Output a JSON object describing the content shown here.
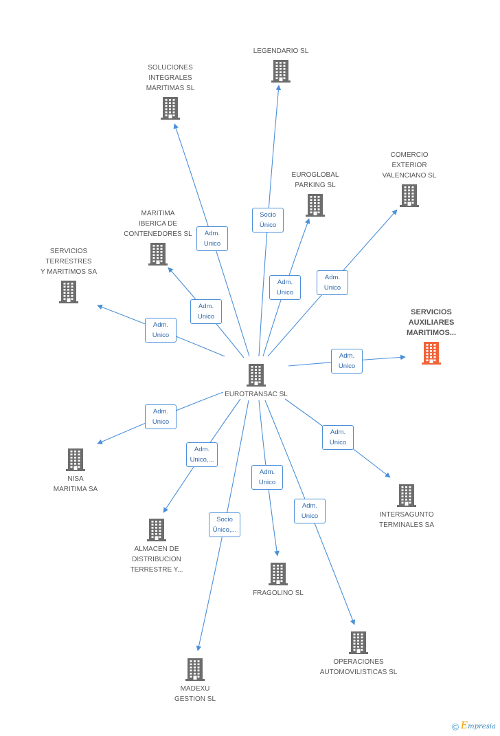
{
  "center": {
    "id": "center",
    "label": "EUROTRANSAC SL",
    "color": "#6d6d6d"
  },
  "nodes": [
    {
      "id": "legendario",
      "label": "LEGENDARIO SL",
      "color": "#6d6d6d"
    },
    {
      "id": "soluciones",
      "label": "SOLUCIONES\nINTEGRALES\nMARITIMAS SL",
      "color": "#6d6d6d"
    },
    {
      "id": "euroglobal",
      "label": "EUROGLOBAL\nPARKING SL",
      "color": "#6d6d6d"
    },
    {
      "id": "comercio",
      "label": "COMERCIO\nEXTERIOR\nVALENCIANO SL",
      "color": "#6d6d6d"
    },
    {
      "id": "maritima_iberica",
      "label": "MARITIMA\nIBERICA DE\nCONTENEDORES SL",
      "color": "#6d6d6d"
    },
    {
      "id": "servicios_terrestres",
      "label": "SERVICIOS\nTERRESTRES\nY MARITIMOS SA",
      "color": "#6d6d6d"
    },
    {
      "id": "servicios_auxiliares",
      "label": "SERVICIOS\nAUXILIARES\nMARITIMOS...",
      "color": "#f0643a",
      "highlight": true
    },
    {
      "id": "nisa",
      "label": "NISA\nMARITIMA SA",
      "color": "#6d6d6d"
    },
    {
      "id": "intersagunto",
      "label": "INTERSAGUNTO\nTERMINALES SA",
      "color": "#6d6d6d"
    },
    {
      "id": "almacen",
      "label": "ALMACEN DE\nDISTRIBUCION\nTERRESTRE Y...",
      "color": "#6d6d6d"
    },
    {
      "id": "fragolino",
      "label": "FRAGOLINO SL",
      "color": "#6d6d6d"
    },
    {
      "id": "madexu",
      "label": "MADEXU\nGESTION  SL",
      "color": "#6d6d6d"
    },
    {
      "id": "operaciones",
      "label": "OPERACIONES\nAUTOMOVILISTICAS SL",
      "color": "#6d6d6d"
    }
  ],
  "edges": [
    {
      "to": "legendario",
      "label": "Socio\nÚnico"
    },
    {
      "to": "soluciones",
      "label": "Adm.\nUnico"
    },
    {
      "to": "euroglobal",
      "label": "Adm.\nUnico"
    },
    {
      "to": "comercio",
      "label": "Adm.\nUnico"
    },
    {
      "to": "maritima_iberica",
      "label": "Adm.\nUnico"
    },
    {
      "to": "servicios_terrestres",
      "label": "Adm.\nUnico"
    },
    {
      "to": "servicios_auxiliares",
      "label": "Adm.\nUnico"
    },
    {
      "to": "nisa",
      "label": "Adm.\nUnico"
    },
    {
      "to": "intersagunto",
      "label": "Adm.\nUnico"
    },
    {
      "to": "almacen",
      "label": "Adm.\nUnico,..."
    },
    {
      "to": "fragolino",
      "label": "Adm.\nUnico"
    },
    {
      "to": "madexu",
      "label": "Socio\nÚnico,..."
    },
    {
      "to": "operaciones",
      "label": "Adm.\nUnico"
    }
  ],
  "edge_color": "#4a8fd8",
  "copyright": {
    "symbol": "©",
    "brand_initial": "E",
    "brand_rest": "mpresia"
  }
}
